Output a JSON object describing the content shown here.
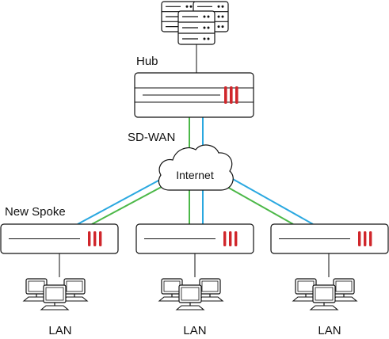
{
  "labels": {
    "hub": "Hub",
    "sdwan": "SD-WAN",
    "internet": "Internet",
    "new_spoke": "New Spoke",
    "lan_1": "LAN",
    "lan_2": "LAN",
    "lan_3": "LAN"
  },
  "icons": {
    "server": "server-stack-icon",
    "firewall": "firewall-appliance-icon",
    "cloud": "internet-cloud-icon",
    "lan": "lan-computers-icon"
  },
  "colors": {
    "link_blue": "#2aa8e0",
    "link_green": "#4cb848",
    "appliance_brand": "#d0262b",
    "outline": "#111111"
  }
}
